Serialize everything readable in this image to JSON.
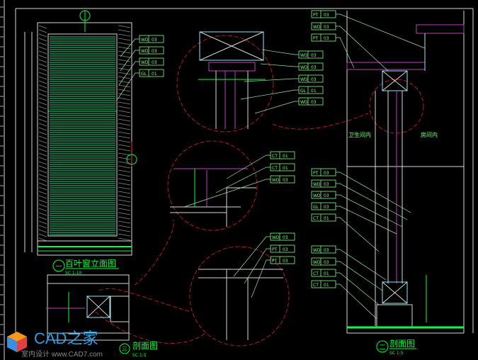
{
  "colors": {
    "line": "#d8d8d8",
    "green": "#00ff3c",
    "magenta": "#c040c0",
    "cyan": "#8fe8ff",
    "red": "#b01838",
    "label": "#7cff7c"
  },
  "titles": {
    "elevation": {
      "number": "一",
      "title": "百叶窗立面图",
      "scale": "SC 1:10"
    },
    "section": {
      "number": "二",
      "title": "剖面图",
      "scale": "SC 1:5"
    },
    "plan": {
      "number": "三",
      "title": "剖面图",
      "scale": "SC 1:5"
    }
  },
  "room_labels": {
    "bathroom": "卫生间内",
    "room": "房间内"
  },
  "tags": {
    "elevation": [
      [
        "WD",
        "03"
      ],
      [
        "WD",
        "03"
      ],
      [
        "WD",
        "03"
      ],
      [
        "GL",
        "01"
      ]
    ],
    "detail_top": [
      [
        "WD",
        "03"
      ],
      [
        "WD",
        "03"
      ],
      [
        "WD",
        "03"
      ],
      [
        "GL",
        "01"
      ],
      [
        "WD",
        "03"
      ]
    ],
    "detail_mid": [
      [
        "CT",
        "01"
      ],
      [
        "CT",
        "01"
      ],
      [
        "WD",
        "03"
      ]
    ],
    "detail_low": [
      [
        "WD",
        "03"
      ],
      [
        "PT",
        "03"
      ],
      [
        "PT",
        "03"
      ]
    ],
    "section_top": [
      [
        "PT",
        "03"
      ],
      [
        "WD",
        "03"
      ],
      [
        "PT",
        "03"
      ]
    ],
    "section_mid": [
      [
        "PT",
        "03"
      ],
      [
        "WD",
        "03"
      ],
      [
        "WD",
        "03"
      ],
      [
        "GL",
        "03"
      ],
      [
        "CT",
        "01"
      ]
    ],
    "section_low": [
      [
        "WD",
        "03"
      ],
      [
        "WD",
        "03"
      ],
      [
        "CT",
        "01"
      ],
      [
        "CT",
        "01"
      ]
    ]
  },
  "watermark": {
    "brand": "CAD之家",
    "url": "室内设计 www.CAD7.com"
  }
}
